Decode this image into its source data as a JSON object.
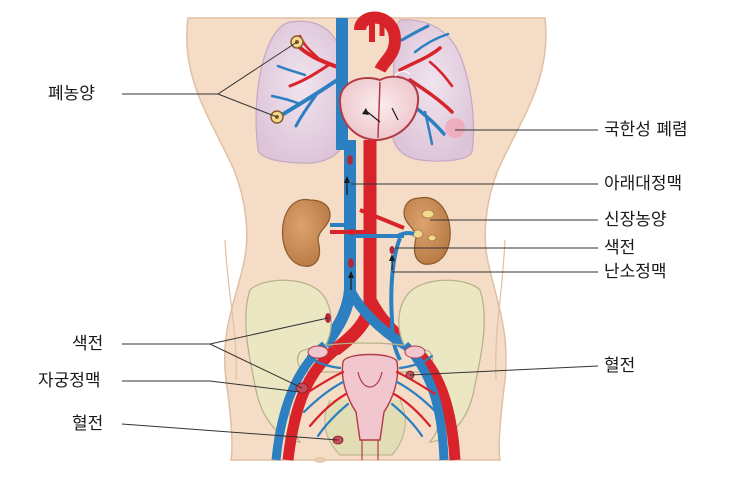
{
  "labels": {
    "pulmonary_abscess": "폐농양",
    "pulmonary_infarction": "국한성 폐렴",
    "inferior_vena_cava": "아래대정맥",
    "renal_abscess": "신장농양",
    "embolus_right": "색전",
    "ovarian_vein": "난소정맥",
    "embolus_left": "색전",
    "uterine_vein": "자궁정맥",
    "thrombus_left": "혈전",
    "thrombus_right": "혈전"
  },
  "colors": {
    "skin": "#f5dcc6",
    "skin_outline": "#e2bfa3",
    "lung": "#e7d3e3",
    "artery": "#d8232a",
    "vein": "#2c7fc1",
    "kidney": "#c98b55",
    "pelvis_bone": "#ece7c3",
    "heart": "#f2d6d9"
  }
}
